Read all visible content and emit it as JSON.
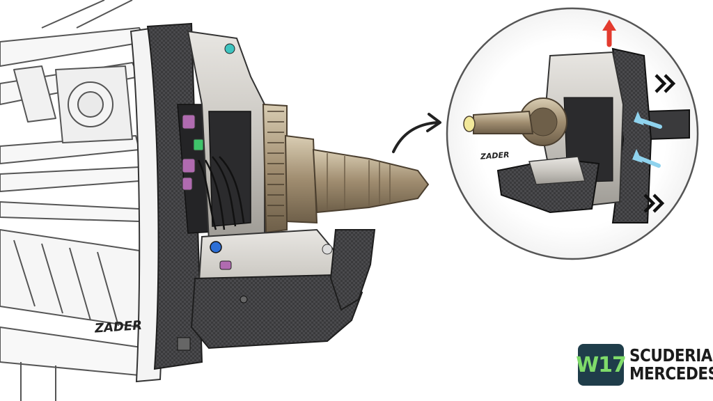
{
  "artist": {
    "signature_main": "ZADER",
    "signature_inset": "ZADER"
  },
  "branding": {
    "code": "W17",
    "line1": "SCUDERIA",
    "line2": "MERCEDES",
    "box_color": "#1f3d4a",
    "code_color": "#7fdc6a",
    "text_color": "#1b1b1b"
  },
  "colors": {
    "carbon": "#3a3a3c",
    "aluminium": "#c9c6c0",
    "bronze": "#a08d70",
    "flow_hot": "#e33b2e",
    "flow_cool": "#8fd3ee",
    "accent_teal": "#3fc4c0",
    "accent_blue": "#2d6fd6",
    "accent_purple": "#b06bb0"
  },
  "icons": {
    "main_arrow": "curved-arrow-right-icon",
    "hot_flow": "up-arrow-icon",
    "cool_flow": "intake-arrow-icon",
    "exhaust": "double-chevron-right-icon"
  }
}
